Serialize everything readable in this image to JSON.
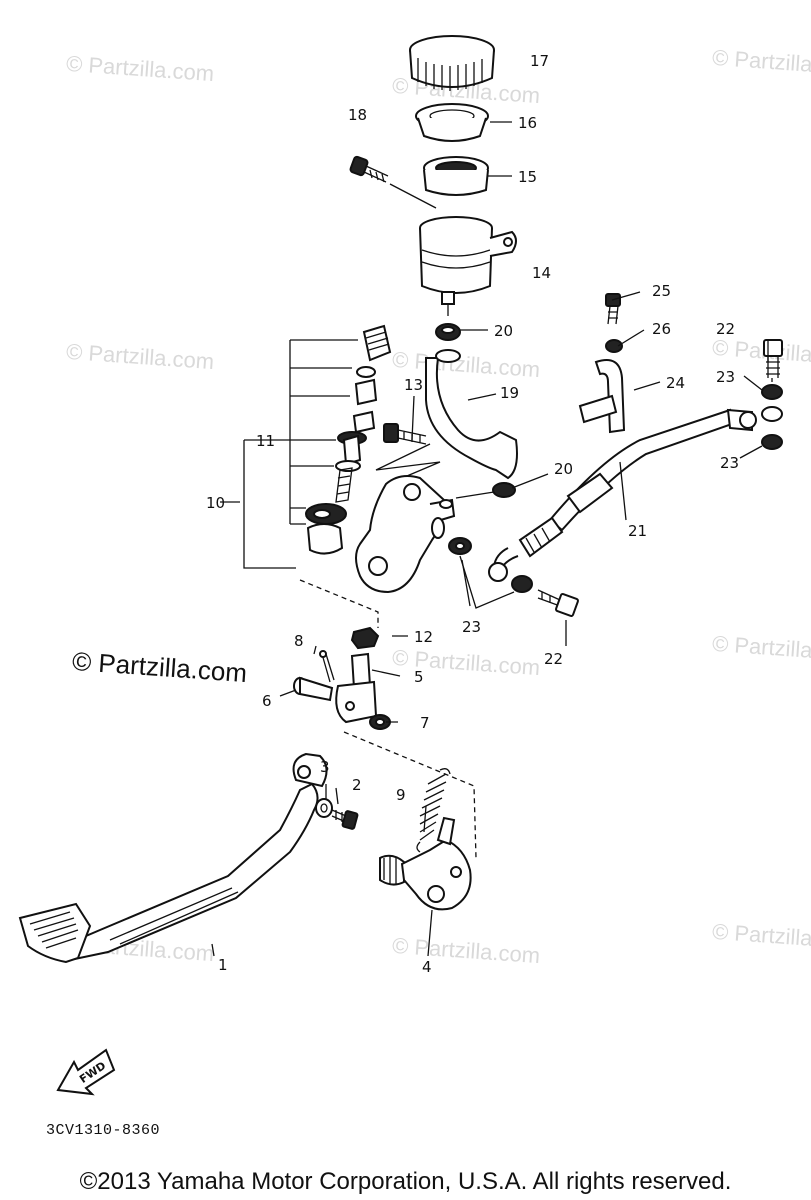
{
  "watermark": "© Partzilla.com",
  "diagram_code": "3CV1310-8360",
  "copyright": "©2013 Yamaha Motor Corporation, U.S.A. All rights reserved.",
  "fwd_label": "FWD",
  "callouts": {
    "p1": "1",
    "p2": "2",
    "p3": "3",
    "p4": "4",
    "p5": "5",
    "p6": "6",
    "p7": "7",
    "p8": "8",
    "p9": "9",
    "p10": "10",
    "p11": "11",
    "p12": "12",
    "p13": "13",
    "p14": "14",
    "p15": "15",
    "p16": "16",
    "p17": "17",
    "p18": "18",
    "p19": "19",
    "p20a": "20",
    "p20b": "20",
    "p21": "21",
    "p22a": "22",
    "p22b": "22",
    "p23a": "23",
    "p23b": "23",
    "p23c": "23",
    "p24": "24",
    "p25": "25",
    "p26": "26"
  }
}
